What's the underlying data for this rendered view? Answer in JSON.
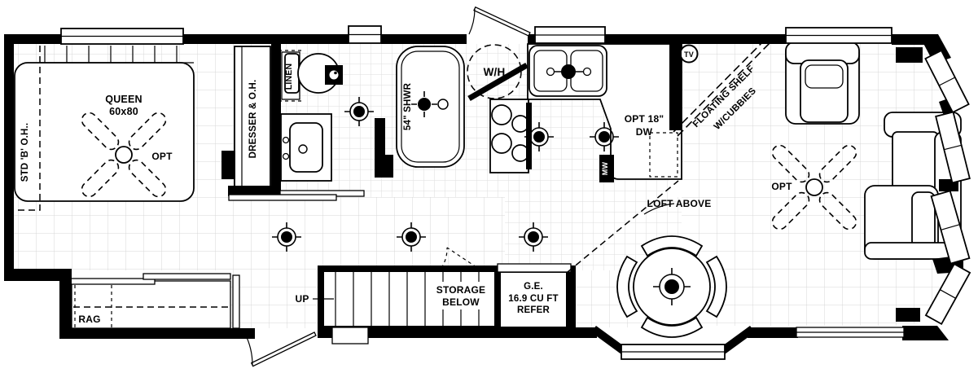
{
  "plan": {
    "bedroom": {
      "overhead_label": "STD 'B' O.H..",
      "bed_line1": "QUEEN",
      "bed_line2": "60x80",
      "fan_label": "OPT",
      "dresser_label": "DRESSER & O.H.",
      "wardrobe_label": "RAG"
    },
    "bath": {
      "linen_label": "LINEN",
      "shower_label": "54\" SHWR"
    },
    "utility": {
      "water_heater_label": "W/H"
    },
    "kitchen": {
      "dishwasher_line1": "OPT 18\"",
      "dishwasher_line2": "DW",
      "microwave_label": "MW",
      "refrigerator_line1": "G.E.",
      "refrigerator_line2": "16.9 CU FT",
      "refrigerator_line3": "REFER"
    },
    "living": {
      "tv_label": "TV",
      "shelf_line1": "FLOATING SHELF",
      "shelf_line2": "W/CUBBIES",
      "fan_label": "OPT",
      "loft_label": "LOFT ABOVE"
    },
    "stairs": {
      "up_label": "UP",
      "storage_line1": "STORAGE",
      "storage_line2": "BELOW"
    }
  },
  "colors": {
    "wall": "#000000",
    "grid_coarse": "#d7d7d7",
    "grid_fine": "#dedede",
    "background": "#ffffff"
  }
}
